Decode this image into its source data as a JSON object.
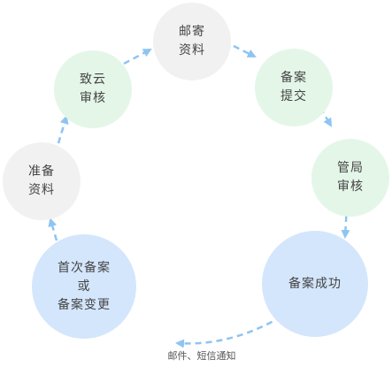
{
  "diagram": {
    "nodes": [
      {
        "id": "postal",
        "label": "邮寄\n资料"
      },
      {
        "id": "filing",
        "label": "备案\n提交"
      },
      {
        "id": "bureau",
        "label": "管局\n审核"
      },
      {
        "id": "success",
        "label": "备案成功"
      },
      {
        "id": "first",
        "label": "首次备案\n或\n备案变更"
      },
      {
        "id": "prepare",
        "label": "准备\n资料"
      },
      {
        "id": "zenlayer",
        "label": "致云\n审核"
      }
    ],
    "edge_label": "邮件、短信通知",
    "colors": {
      "gray_node": "#f1f1f1",
      "green_node": "#e4f6e8",
      "blue_node": "#d4e6fc",
      "arrow": "#8ec4f2"
    }
  }
}
